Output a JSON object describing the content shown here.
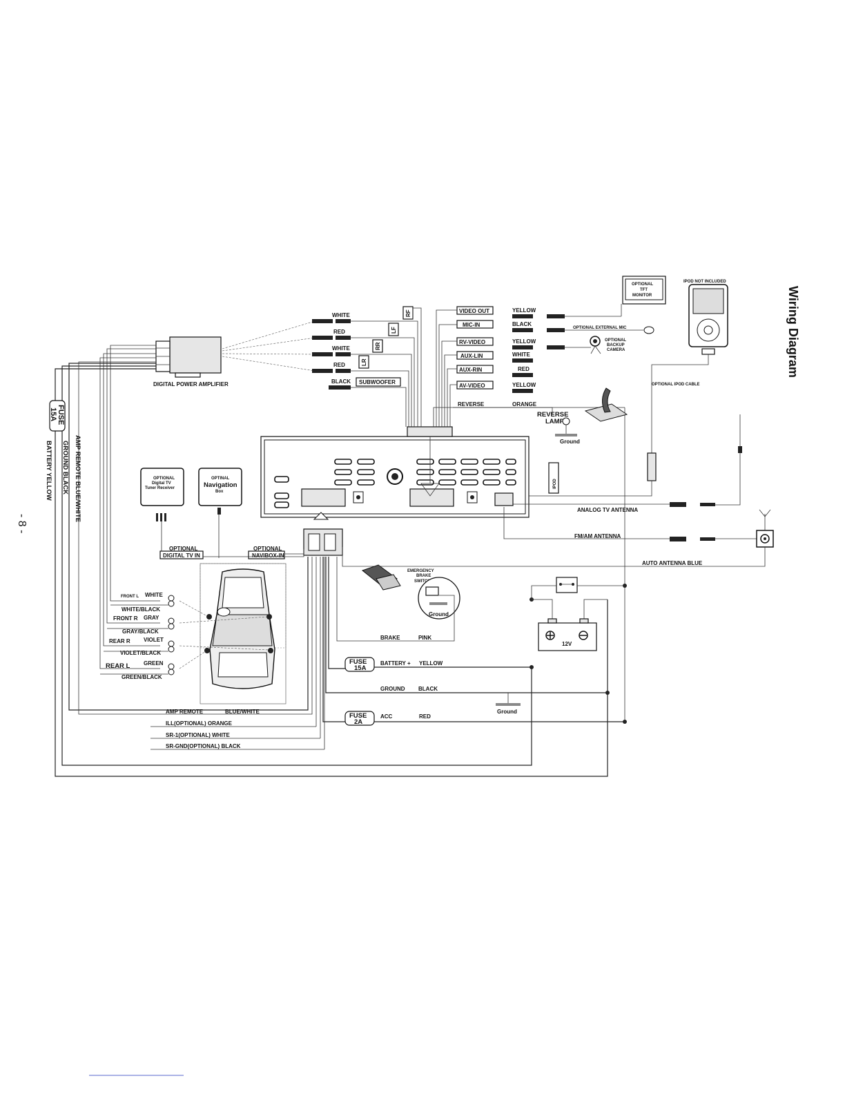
{
  "page": {
    "title": "Wiring Diagram",
    "page_number": "- 8 -"
  },
  "diagram": {
    "rca_colors": [
      {
        "color": "WHITE"
      },
      {
        "color": "RED"
      },
      {
        "color": "WHITE"
      },
      {
        "color": "RED"
      },
      {
        "color": "BLACK",
        "tag": "SUBWOOFER"
      }
    ],
    "rca_tags": [
      "RF",
      "LF",
      "RR",
      "LR"
    ],
    "amplifier_label": "DIGITAL POWER AMPLIFIER",
    "av_ports": [
      {
        "label": "VIDEO OUT",
        "color": "YELLOW"
      },
      {
        "label": "MIC-IN",
        "color": "BLACK"
      },
      {
        "label": "RV-VIDEO",
        "color": "YELLOW"
      },
      {
        "label": "AUX-LIN",
        "color": "WHITE"
      },
      {
        "label": "AUX-RIN",
        "color": "RED"
      },
      {
        "label": "AV-VIDEO",
        "color": "YELLOW"
      }
    ],
    "reverse_wire": {
      "label": "REVERSE",
      "color": "ORANGE"
    },
    "reverse_lamp": [
      "REVERSE",
      "LAMP"
    ],
    "ground_label": "Ground",
    "optional_external_mic": "OPTIONAL EXTERNAL MIC",
    "backup_camera": [
      "OPTIONAL",
      "BACKUP",
      "CAMERA"
    ],
    "tft_monitor": [
      "OPTIONAL",
      "TFT",
      "MONITOR"
    ],
    "ipod_not_included": "IPOD NOT INCLUDED",
    "ipod_cable": "OPTIONAL IPOD CABLE",
    "ipod_port": "IPOD",
    "left_bus": [
      "FUSE",
      "15A"
    ],
    "left_bus_wires": [
      "BATTERY   YELLOW",
      "GROUND   BLACK",
      "AMP REMOTE      BLUE/WHITE"
    ],
    "digital_tv_box": [
      "OPTIONAL",
      "Digital TV",
      "Tuner Receiver"
    ],
    "navigation_box": [
      "OPTINAL",
      "Navigation",
      "Box"
    ],
    "digital_tv_in": [
      "OPTIONAL",
      "DIGITAL TV IN"
    ],
    "navibox_in": [
      "OPTIONAL",
      "NAVIBOX-IN"
    ],
    "speakers": [
      {
        "channel": "FRONT L",
        "plus": "WHITE",
        "minus": "WHITE/BLACK"
      },
      {
        "channel": "FRONT R",
        "plus": "GRAY",
        "minus": "GRAY/BLACK"
      },
      {
        "channel": "REAR R",
        "plus": "VIOLET",
        "minus": "VIOLET/BLACK"
      },
      {
        "channel": "REAR L",
        "plus": "GREEN",
        "minus": "GREEN/BLACK"
      }
    ],
    "amp_remote": {
      "label": "AMP REMOTE",
      "color": "BLUE/WHITE"
    },
    "misc_wires": [
      "ILL(OPTIONAL) ORANGE",
      "SR-1(OPTIONAL) WHITE",
      "SR-GND(OPTIONAL) BLACK"
    ],
    "antennas": {
      "analog_tv": "ANALOG TV ANTENNA",
      "fm_am": "FM/AM  ANTENNA",
      "auto": "AUTO ANTENNA  BLUE"
    },
    "brake_switch": [
      "EMERGENCY",
      "BRAKE",
      "SWITCH"
    ],
    "brake_ground": "Ground",
    "brake_wire": {
      "label": "BRAKE",
      "color": "PINK"
    },
    "power_wires": [
      {
        "fuse": [
          "FUSE",
          "15A"
        ],
        "label": "BATTERY +",
        "color": "YELLOW"
      },
      {
        "label": "GROUND",
        "color": "BLACK"
      },
      {
        "fuse": [
          "FUSE",
          "2A"
        ],
        "label": "ACC",
        "color": "RED"
      }
    ],
    "battery_label": "12V",
    "ground_bottom": "Ground"
  }
}
